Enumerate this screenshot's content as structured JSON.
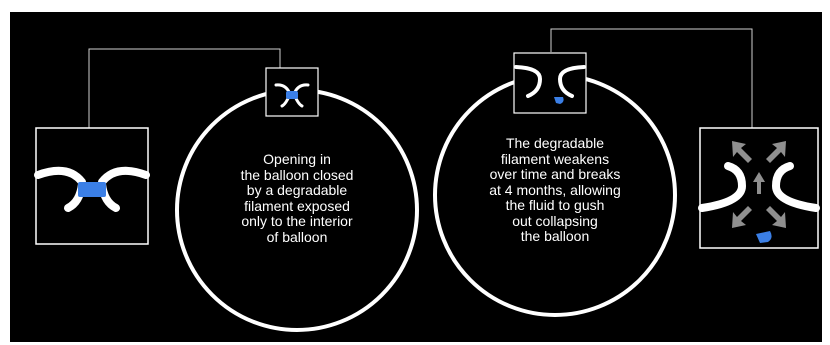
{
  "colors": {
    "background": "#000000",
    "outline": "#ffffff",
    "filament": "#3b7fe6",
    "arrow": "#8f8f8f",
    "connector": "#cfcfcf"
  },
  "left_circle": {
    "caption_lines": [
      "Opening in",
      "the balloon closed",
      "by a degradable",
      "filament exposed",
      "only to the interior",
      "of balloon"
    ]
  },
  "right_circle": {
    "caption_lines": [
      "The degradable",
      "filament weakens",
      "over time and breaks",
      "at 4 months, allowing",
      "the fluid to gush",
      "out collapsing",
      "the balloon"
    ]
  },
  "icons": {
    "intact_opening": "closed-valve-icon",
    "broken_opening": "open-valve-icon",
    "deflation_arrows": "inward-arrows-icon"
  }
}
